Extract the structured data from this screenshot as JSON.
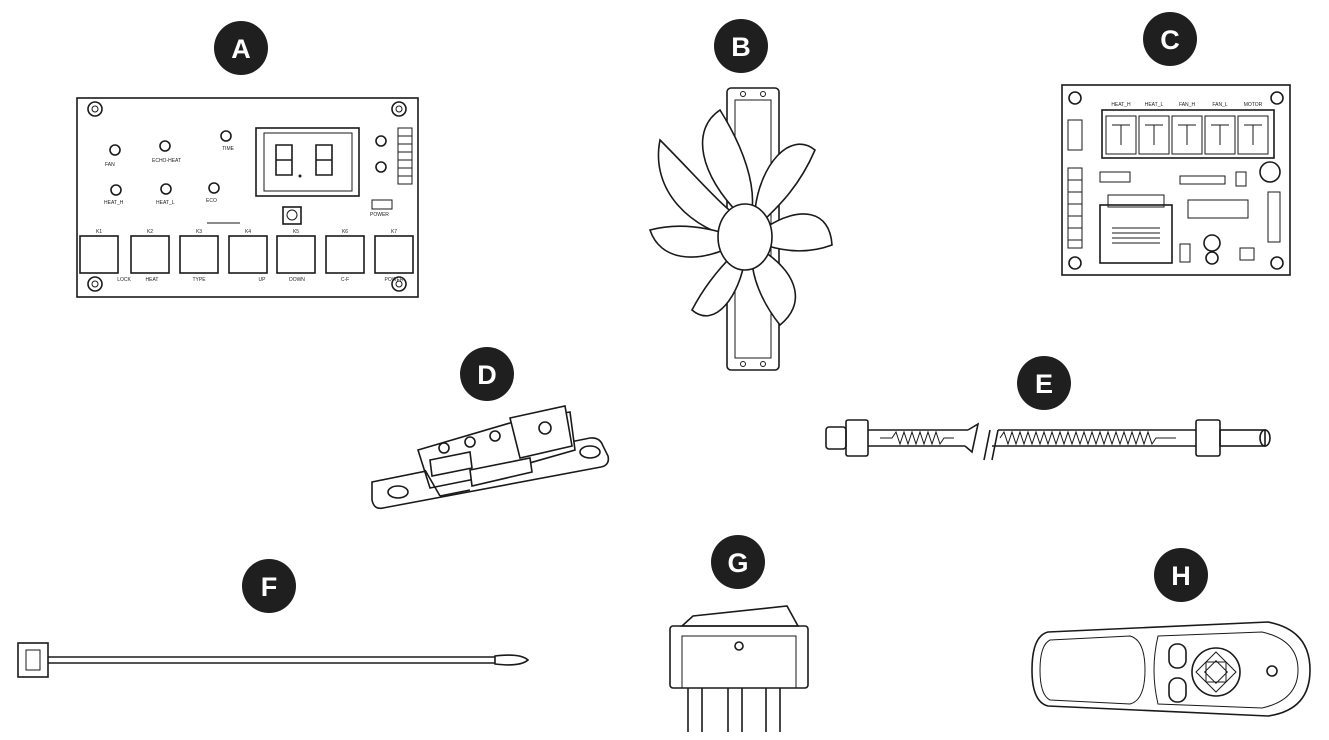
{
  "parts": [
    {
      "letter": "A",
      "name": "Control board with display"
    },
    {
      "letter": "B",
      "name": "Fan"
    },
    {
      "letter": "C",
      "name": "Power board"
    },
    {
      "letter": "D",
      "name": "Thermostat"
    },
    {
      "letter": "E",
      "name": "Heating element"
    },
    {
      "letter": "F",
      "name": "Temperature sensor"
    },
    {
      "letter": "G",
      "name": "Rocker switch"
    },
    {
      "letter": "H",
      "name": "Remote control"
    }
  ],
  "pcb_a": {
    "keys": [
      "K1",
      "K2",
      "K3",
      "K4",
      "K5",
      "K6",
      "K7"
    ],
    "key_labels": [
      "LOCK",
      "HEAT",
      "TYPE",
      "UP",
      "DOWN",
      "C-F",
      "POWER"
    ],
    "led_labels": [
      "FAN",
      "ECHO-HEAT",
      "TIME",
      "HEAT_H",
      "HEAT_L",
      "ECO",
      "POWER"
    ]
  },
  "pcb_c": {
    "relay_labels": [
      "HEAT_H",
      "HEAT_L",
      "FAN_H",
      "FAN_L",
      "MOTOR"
    ]
  },
  "colors": {
    "badge": "#1f1f1f",
    "line": "#1a1a1a",
    "background": "#ffffff"
  }
}
